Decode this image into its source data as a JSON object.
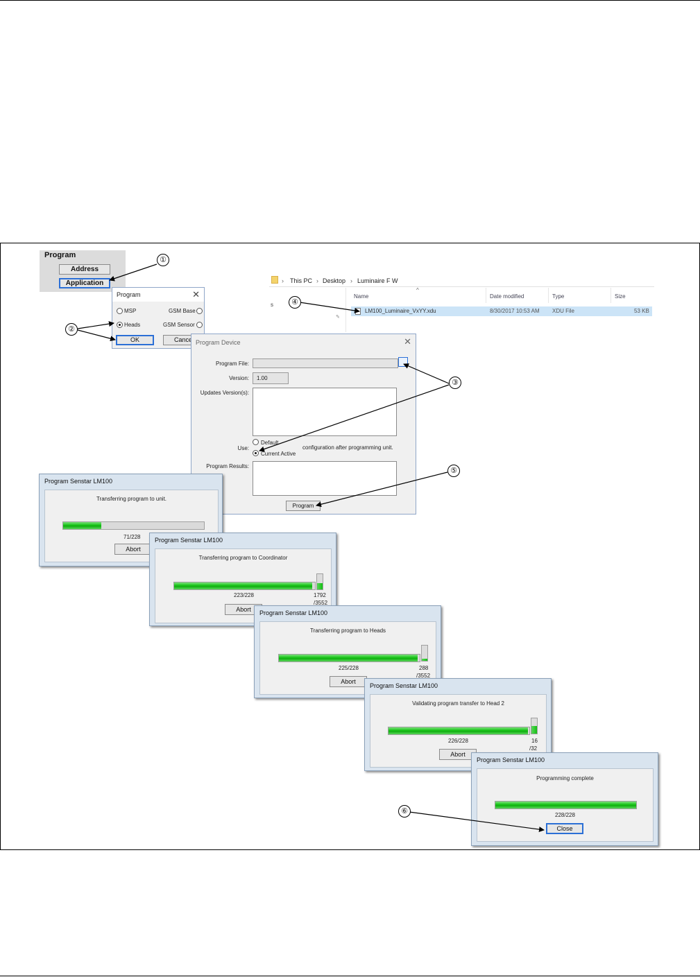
{
  "program_panel": {
    "title": "Program",
    "address": "Address",
    "application": "Application"
  },
  "program_dialog": {
    "title": "Program",
    "close": "✕",
    "msp": "MSP",
    "gsm_base": "GSM Base",
    "heads": "Heads",
    "gsm_sensor": "GSM Sensor",
    "ok": "OK",
    "cancel": "Cancel"
  },
  "explorer": {
    "crumbs": [
      "This PC",
      "Desktop",
      "Luminaire F W"
    ],
    "sep": "›",
    "columns": {
      "name": "Name",
      "date": "Date modified",
      "type": "Type",
      "size": "Size"
    },
    "side_letter": "s",
    "file": {
      "name": "LM100_Luminaire_VxYY.xdu",
      "date": "8/30/2017 10:53 AM",
      "type": "XDU File",
      "size": "53 KB"
    }
  },
  "program_device": {
    "title": "Program Device",
    "close": "✕",
    "program_file_label": "Program File:",
    "version_label": "Version:",
    "version_value": "1.00",
    "updates_label": "Updates Version(s):",
    "use_label": "Use:",
    "default": "Default",
    "current_active": "Current Active",
    "use_suffix": "configuration after programming unit.",
    "results_label": "Program Results:",
    "program_button": "Program"
  },
  "progress_dialogs": [
    {
      "title": "Program Senstar LM100",
      "message": "Transferring program to unit.",
      "count": "71/228",
      "button": "Abort",
      "fraction": 0.27
    },
    {
      "title": "Program Senstar LM100",
      "message": "Transferring program to Coordinator",
      "count": "223/228",
      "button": "Abort",
      "fraction": 0.978,
      "side_count": "1792",
      "side_total": "/3552"
    },
    {
      "title": "Program Senstar LM100",
      "message": "Transferring program to Heads",
      "count": "225/228",
      "button": "Abort",
      "fraction": 0.987,
      "side_count": "288",
      "side_total": "/3552"
    },
    {
      "title": "Program Senstar LM100",
      "message": "Validating program transfer to Head 2",
      "count": "226/228",
      "button": "Abort",
      "fraction": 0.991,
      "side_count": "16",
      "side_total": "/32"
    },
    {
      "title": "Program Senstar LM100",
      "message": "Programming complete",
      "count": "228/228",
      "button": "Close",
      "fraction": 1.0
    }
  ],
  "callouts": [
    "①",
    "②",
    "③",
    "④",
    "⑤",
    "⑥"
  ]
}
